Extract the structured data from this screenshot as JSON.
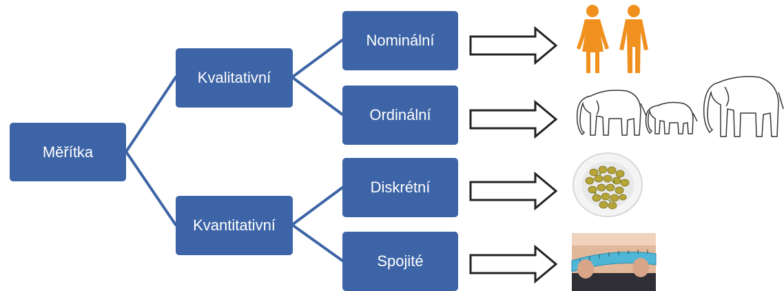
{
  "diagram": {
    "root": {
      "label": "Měřítka"
    },
    "branches": [
      {
        "label": "Kvalitativní",
        "leaves": [
          {
            "label": "Nominální",
            "picture": "man-and-woman-icon"
          },
          {
            "label": "Ordinální",
            "picture": "elephants-of-different-sizes"
          }
        ]
      },
      {
        "label": "Kvantitativní",
        "leaves": [
          {
            "label": "Diskrétní",
            "picture": "plate-of-olives"
          },
          {
            "label": "Spojité",
            "picture": "tape-measure-waist"
          }
        ]
      }
    ]
  },
  "colors": {
    "node_fill": "#3d64a6",
    "node_text": "#ffffff",
    "connector": "#3d64a6",
    "person_icon": "#f0901e"
  }
}
